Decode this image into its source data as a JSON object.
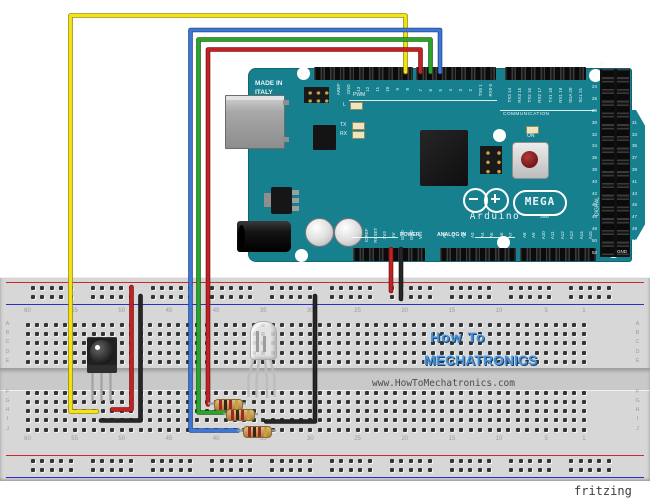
{
  "watermark": {
    "logo_letter": "M",
    "brand_line1": "How To",
    "brand_line2": "MECHATRONICS",
    "url": "www.HowToMechatronics.com"
  },
  "fritzing_label": "fritzing",
  "arduino": {
    "made_in": "MADE IN",
    "italy": "ITALY",
    "brand": "Arduino",
    "model": "MEGA",
    "model_sub": "2560",
    "pwm_label": "PWM",
    "l_label": "L",
    "tx_label": "TX",
    "rx_label": "RX",
    "on_label": "ON",
    "communication_label": "COMMUNICATION",
    "power_label": "POWER",
    "analog_label": "ANALOG IN",
    "digital_label": "DIGITAL",
    "five_v_label": "5V",
    "gnd_label": "GND",
    "top_header1_labels": [
      "",
      "",
      "AREF",
      "GND",
      "13",
      "12",
      "11",
      "10",
      "9",
      "8"
    ],
    "top_header2_labels": [
      "7",
      "6",
      "5",
      "4",
      "3",
      "2",
      "TX0 1",
      "RX0 0"
    ],
    "comm_header_labels": [
      "TX3 14",
      "RX3 15",
      "TX2 16",
      "RX2 17",
      "TX1 18",
      "RX1 19",
      "SDA 20",
      "SCL 21"
    ],
    "power_header_labels": [
      "",
      "IOREF",
      "RESET",
      "3V3",
      "5V",
      "GND",
      "GND",
      "VIN"
    ],
    "analog1_labels": [
      "A0",
      "A1",
      "A2",
      "A3",
      "A4",
      "A5",
      "A6",
      "A7"
    ],
    "analog2_labels": [
      "A8",
      "A9",
      "A10",
      "A11",
      "A12",
      "A13",
      "A14",
      "A15"
    ],
    "digital_left_numbers": [
      "22",
      "24",
      "26",
      "28",
      "30",
      "32",
      "34",
      "36",
      "38",
      "40",
      "42",
      "44",
      "46",
      "48",
      "50",
      "52"
    ],
    "digital_right_numbers": [
      "31",
      "33",
      "35",
      "37",
      "39",
      "41",
      "43",
      "45",
      "47",
      "49",
      "51",
      "53"
    ],
    "board_color": "#17808e"
  },
  "breadboard": {
    "column_numbers": [
      "60",
      "55",
      "50",
      "45",
      "40",
      "35",
      "30",
      "25",
      "20",
      "15",
      "10",
      "5",
      "1"
    ],
    "row_letters_top": [
      "A",
      "B",
      "C",
      "D",
      "E"
    ],
    "row_letters_bottom": [
      "F",
      "G",
      "H",
      "I",
      "J"
    ],
    "rail_red_color": "#cc2a2a",
    "rail_blue_color": "#2d2dcc"
  },
  "wires": {
    "colors": {
      "yellow": "#f6e411",
      "red": "#c42222",
      "green": "#2aa52a",
      "blue": "#3d78d8",
      "black": "#262626"
    }
  }
}
